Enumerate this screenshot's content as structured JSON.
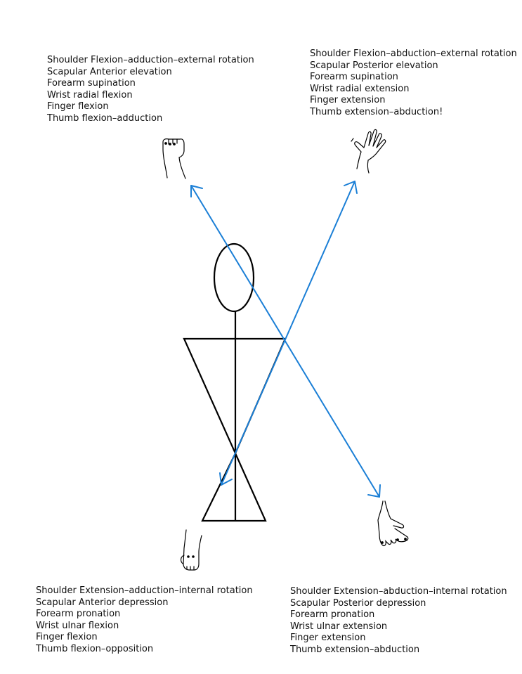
{
  "colors": {
    "arrow": "#1b7fd6",
    "figure": "#000000",
    "text": "#111111"
  },
  "diagonals": {
    "top_left": {
      "lines": [
        "Shoulder Flexion–adduction–external rotation",
        "Scapular Anterior elevation",
        "Forearm supination",
        "Wrist radial flexion",
        "Finger flexion",
        "Thumb flexion–adduction"
      ],
      "hand_icon": "closed-fist-hand-icon"
    },
    "top_right": {
      "lines": [
        "Shoulder Flexion–abduction–external rotation",
        "Scapular Posterior elevation",
        "Forearm supination",
        "Wrist radial extension",
        "Finger extension",
        "Thumb extension–abduction!"
      ],
      "hand_icon": "open-hand-icon"
    },
    "bottom_left": {
      "lines": [
        "Shoulder Extension–adduction–internal rotation",
        "Scapular Anterior depression",
        "Forearm pronation",
        "Wrist ulnar flexion",
        "Finger flexion",
        "Thumb flexion–opposition"
      ],
      "hand_icon": "closed-hand-down-icon"
    },
    "bottom_right": {
      "lines": [
        "Shoulder Extension–abduction–internal rotation",
        "Scapular Posterior depression",
        "Forearm pronation",
        "Wrist ulnar extension",
        "Finger extension",
        "Thumb extension–abduction"
      ],
      "hand_icon": "open-hand-down-icon"
    }
  }
}
